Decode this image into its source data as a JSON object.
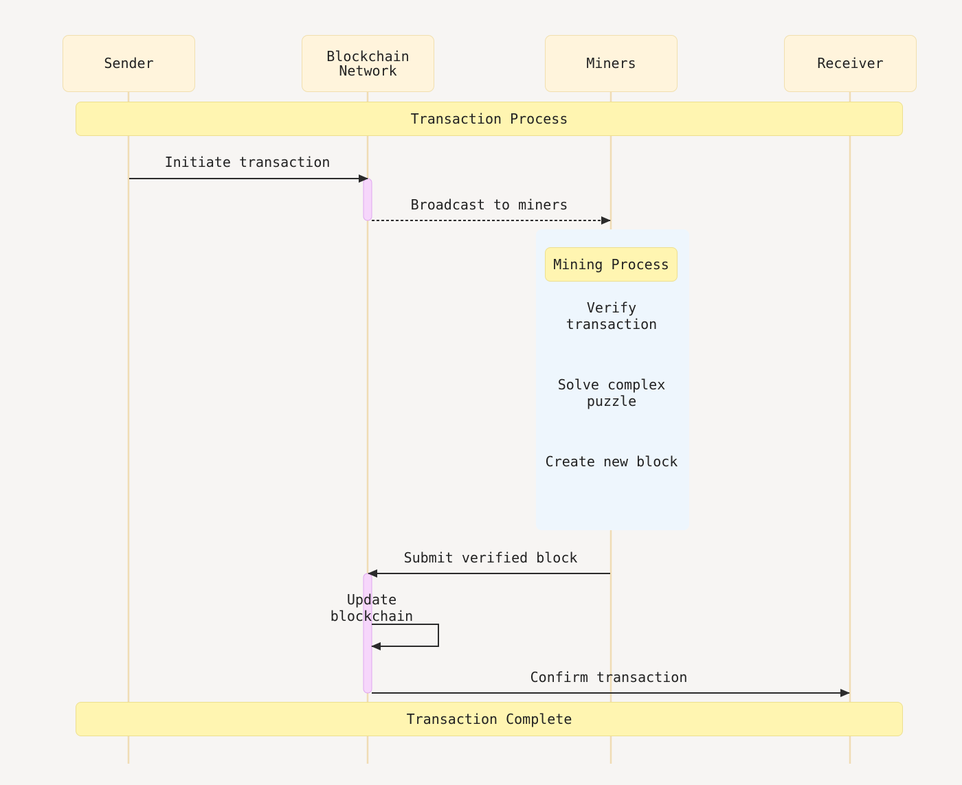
{
  "participants": [
    {
      "id": "sender",
      "label": "Sender"
    },
    {
      "id": "network",
      "label": "Blockchain\nNetwork"
    },
    {
      "id": "miners",
      "label": "Miners"
    },
    {
      "id": "receiver",
      "label": "Receiver"
    }
  ],
  "sections": {
    "start": "Transaction Process",
    "end": "Transaction Complete"
  },
  "group": {
    "label": "Mining Process"
  },
  "messages": [
    {
      "from": "sender",
      "to": "network",
      "label": "Initiate transaction",
      "style": "solid"
    },
    {
      "from": "network",
      "to": "miners",
      "label": "Broadcast to miners",
      "style": "dashed"
    },
    {
      "from": "miners",
      "to": "miners",
      "label": "Verify\ntransaction",
      "style": "solid"
    },
    {
      "from": "miners",
      "to": "miners",
      "label": "Solve complex\npuzzle",
      "style": "solid"
    },
    {
      "from": "miners",
      "to": "miners",
      "label": "Create new block",
      "style": "solid"
    },
    {
      "from": "miners",
      "to": "network",
      "label": "Submit verified block",
      "style": "solid"
    },
    {
      "from": "network",
      "to": "network",
      "label": "Update\nblockchain",
      "style": "solid"
    },
    {
      "from": "network",
      "to": "receiver",
      "label": "Confirm transaction",
      "style": "solid"
    }
  ],
  "colors": {
    "lifeline": "#f0dcb4",
    "activation_fill": "#f6d6fb",
    "activation_stroke": "#dfa6ef",
    "arrow": "#2b2b2b"
  }
}
